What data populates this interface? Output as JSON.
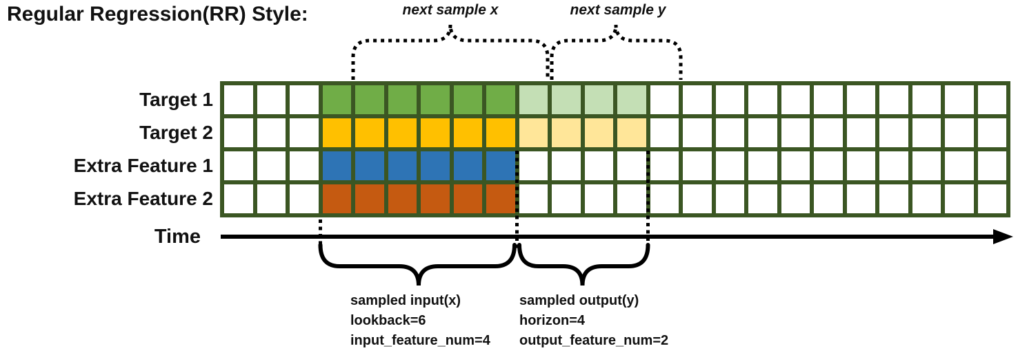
{
  "title": "Regular Regression(RR) Style:",
  "annotations_top": {
    "next_sample_x": "next sample x",
    "next_sample_y": "next sample y"
  },
  "axis": {
    "time_label": "Time"
  },
  "grid": {
    "num_columns": 24,
    "num_rows": 4,
    "input_start_col": 3,
    "lookback": 6,
    "horizon": 4,
    "colors": {
      "border": "#3B5623",
      "cell_bg": "#FFFFFF",
      "mark_black": "#000000"
    },
    "rows": [
      {
        "label": "Target 1",
        "input_color": "#70AD47",
        "output_color": "#C4DFB5"
      },
      {
        "label": "Target 2",
        "input_color": "#FFC000",
        "output_color": "#FFE699"
      },
      {
        "label": "Extra Feature 1",
        "input_color": "#2E74B5",
        "output_color": null
      },
      {
        "label": "Extra Feature 2",
        "input_color": "#C55A11",
        "output_color": null
      }
    ]
  },
  "annotations_bottom": {
    "input_lines": [
      "sampled input(x)",
      "lookback=6",
      "input_feature_num=4"
    ],
    "output_lines": [
      "sampled output(y)",
      "horizon=4",
      "output_feature_num=2"
    ]
  }
}
